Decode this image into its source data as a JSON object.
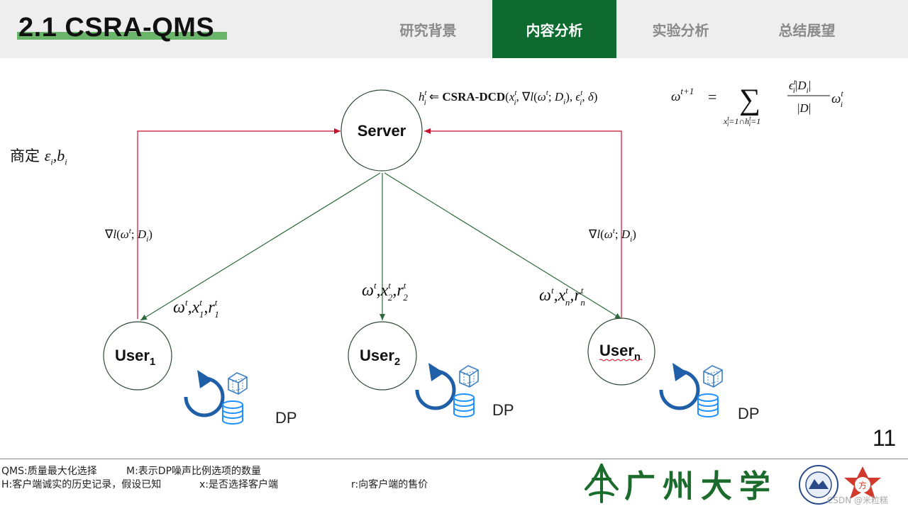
{
  "header": {
    "title": "2.1 CSRA-QMS",
    "tabs": [
      {
        "label": "研究背景",
        "active": false
      },
      {
        "label": "内容分析",
        "active": true
      },
      {
        "label": "实验分析",
        "active": false
      },
      {
        "label": "总结展望",
        "active": false
      }
    ]
  },
  "diagram": {
    "server_label": "Server",
    "users": [
      {
        "base": "User",
        "sub": "1"
      },
      {
        "base": "User",
        "sub": "2"
      },
      {
        "base": "User",
        "sub": "n"
      }
    ],
    "negotiate_label": "商定",
    "grad_label": "∇l(ωt; Di)",
    "dp_label": "DP",
    "formula_update": "hit ⇐ CSRA-DCD(xit, ∇l(ωt; Di), εit, δ)",
    "formula_aggregate": "ωt+1 = Σ εit|Di| / |D| ωit"
  },
  "page_number": "11",
  "footer": {
    "line1_a": "QMS:质量最大化选择",
    "line1_b": "M:表示DP噪声比例选项的数量",
    "line2_a": "H:客户端诚实的历史记录，假设已知",
    "line2_b": "x:是否选择客户端",
    "line2_c": "r:向客户端的售价"
  },
  "branding": {
    "university": "广州大学",
    "watermark": "CSDN @米粒糕"
  },
  "colors": {
    "accent_green": "#0e6a2e",
    "title_underline": "#6ab56a",
    "upload_arrow": "#c8102e",
    "download_arrow": "#2e6b3c",
    "dp_icon_blue": "#1f5fa8"
  }
}
